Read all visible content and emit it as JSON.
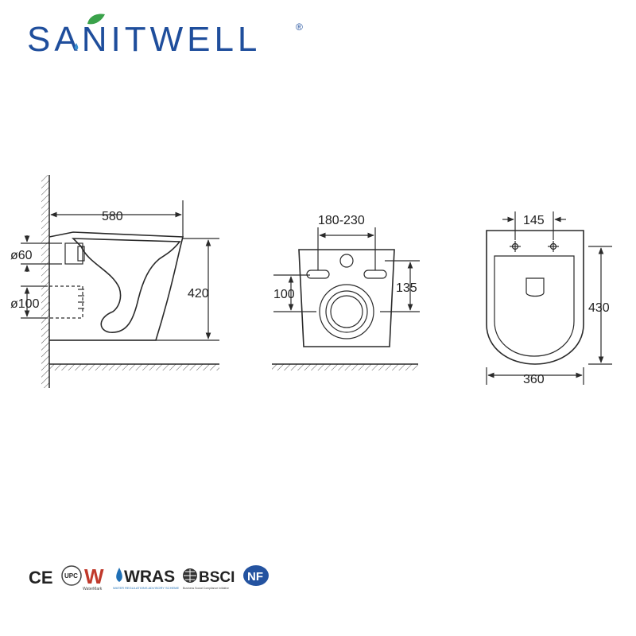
{
  "brand": {
    "name": "SANITWELL",
    "registered": "®",
    "color": "#1f4e9c",
    "leaf_color": "#3aa24a"
  },
  "side_view": {
    "depth": "580",
    "height": "420",
    "outlet_top_diameter": "ø60",
    "outlet_bottom_diameter": "ø100"
  },
  "rear_view": {
    "bolt_spacing": "180-230",
    "inlet_height_left": "100",
    "inlet_height_right": "135"
  },
  "top_view": {
    "seat_holes": "145",
    "length": "430",
    "width": "360"
  },
  "certifications": {
    "ce": "CE",
    "upc": "UPC",
    "watermark": "W",
    "watermark_sub": "WaterMark",
    "wras": "WRAS",
    "wras_sub": "WATER REGULATIONS ADVISORY SCHEME",
    "bsci": "BSCI",
    "bsci_sub": "Business Social Compliance Initiative",
    "nf": "NF"
  },
  "colors": {
    "line": "#2a2a2a",
    "hatch": "#555555",
    "cert_blue": "#1f6fb5",
    "nf_blue": "#2453a0"
  }
}
